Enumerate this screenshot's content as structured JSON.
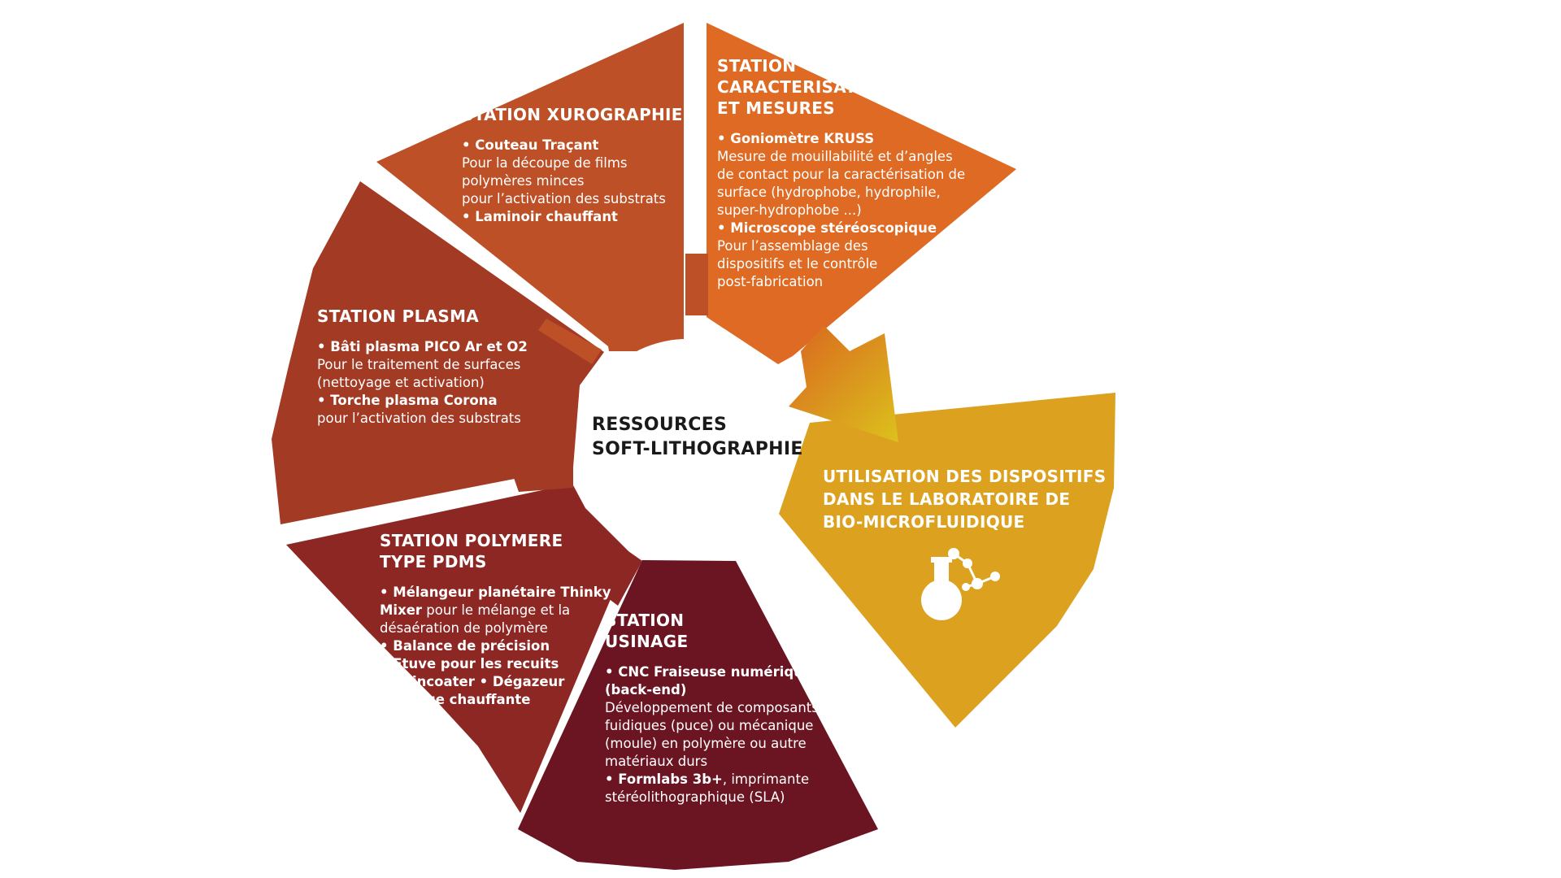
{
  "center": {
    "line1": "RESSOURCES",
    "line2": "SOFT-LITHOGRAPHIE"
  },
  "stations": {
    "xurographie": {
      "title": [
        "STATION XUROGRAPHIE"
      ],
      "lines": [
        {
          "text": "• Couteau Traçant",
          "bold": true
        },
        {
          "text": "Pour la découpe de films",
          "bold": false
        },
        {
          "text": "polymères minces",
          "bold": false
        },
        {
          "text": "pour l’activation des substrats",
          "bold": false
        },
        {
          "text": "• Laminoir chauffant",
          "bold": true
        }
      ]
    },
    "caracterisation": {
      "title": [
        "STATION",
        "CARACTERISATION",
        "ET MESURES"
      ],
      "lines": [
        {
          "text": "• Goniomètre KRUSS",
          "bold": true
        },
        {
          "text": "Mesure de mouillabilité et d’angles",
          "bold": false
        },
        {
          "text": "de contact pour la caractérisation de",
          "bold": false
        },
        {
          "text": "surface (hydrophobe, hydrophile,",
          "bold": false
        },
        {
          "text": "super-hydrophobe ...)",
          "bold": false
        },
        {
          "text": "• Microscope stéréoscopique",
          "bold": true
        },
        {
          "text": "Pour l’assemblage des",
          "bold": false
        },
        {
          "text": "dispositifs et le contrôle",
          "bold": false
        },
        {
          "text": "post-fabrication",
          "bold": false
        }
      ]
    },
    "plasma": {
      "title": [
        "STATION PLASMA"
      ],
      "lines": [
        {
          "text": "• Bâti plasma PICO Ar et O2",
          "bold": true
        },
        {
          "text": "Pour le traitement de surfaces",
          "bold": false
        },
        {
          "text": "(nettoyage et activation)",
          "bold": false
        },
        {
          "text": "• Torche plasma Corona",
          "bold": true
        },
        {
          "text": "pour l’activation des substrats",
          "bold": false
        }
      ]
    },
    "polymere": {
      "title": [
        "STATION POLYMERE",
        "TYPE PDMS"
      ],
      "lines": [
        {
          "text": "• Mélangeur planétaire Thinky",
          "bold": true
        },
        {
          "text": "Mixer",
          "bold": true,
          "rest": " pour le mélange et la"
        },
        {
          "text": "désaération de polymère",
          "bold": false
        },
        {
          "text": "• Balance de précision",
          "bold": true
        },
        {
          "text": "• Etuve pour les recuits",
          "bold": true
        },
        {
          "text": "• Spincoater • Dégazeur",
          "bold": true
        },
        {
          "text": "• Plaque chauffante",
          "bold": true
        }
      ]
    },
    "usinage": {
      "title": [
        "STATION",
        "USINAGE"
      ],
      "lines": [
        {
          "text": "• CNC Fraiseuse numérique",
          "bold": true
        },
        {
          "text": "(back-end)",
          "bold": true
        },
        {
          "text": "Développement de composants",
          "bold": false
        },
        {
          "text": "fuidiques (puce) ou mécanique",
          "bold": false
        },
        {
          "text": "(moule) en polymère ou autre",
          "bold": false
        },
        {
          "text": "matériaux durs",
          "bold": false
        },
        {
          "text": "• Formlabs 3b+",
          "bold": true,
          "rest": ", imprimante"
        },
        {
          "text": "stéréolithographique (SLA)",
          "bold": false
        }
      ]
    }
  },
  "utilisation": {
    "title": [
      "UTILISATION DES DISPOSITIFS",
      "DANS LE LABORATOIRE DE",
      "BIO-MICROFLUIDIQUE"
    ],
    "icon": "flask-molecule-icon"
  },
  "colors": {
    "xurographie": "#bd5026",
    "caracterisation": "#de6a23",
    "plasma": "#a33a24",
    "polymere": "#8d2723",
    "usinage": "#6b1522",
    "utilisation": "#dca21f",
    "arrow_start": "#d9731f",
    "arrow_end": "#dcc21c"
  }
}
